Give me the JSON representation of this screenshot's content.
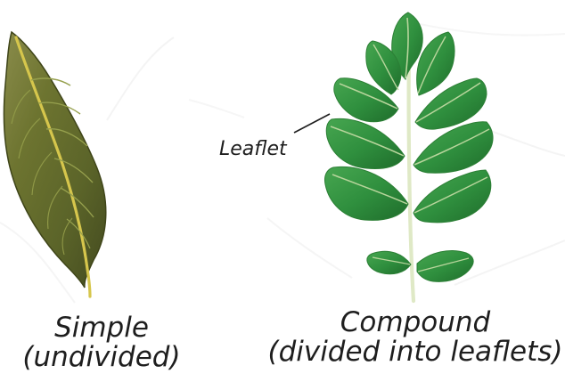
{
  "simple_leaf": {
    "caption_line1": "Simple",
    "caption_line2": "(undivided)"
  },
  "compound_leaf": {
    "caption_line1": "Compound",
    "caption_line2": "(divided into leaflets)",
    "pointer_label": "Leaflet"
  },
  "colors": {
    "simple_leaf": "#68712d",
    "simple_leaf_dark": "#434a1f",
    "simple_midrib": "#d6c64c",
    "compound_leaflet": "#2f8f3e",
    "compound_leaflet_dark": "#1f6c2b",
    "compound_stem": "#dfe9c6"
  }
}
